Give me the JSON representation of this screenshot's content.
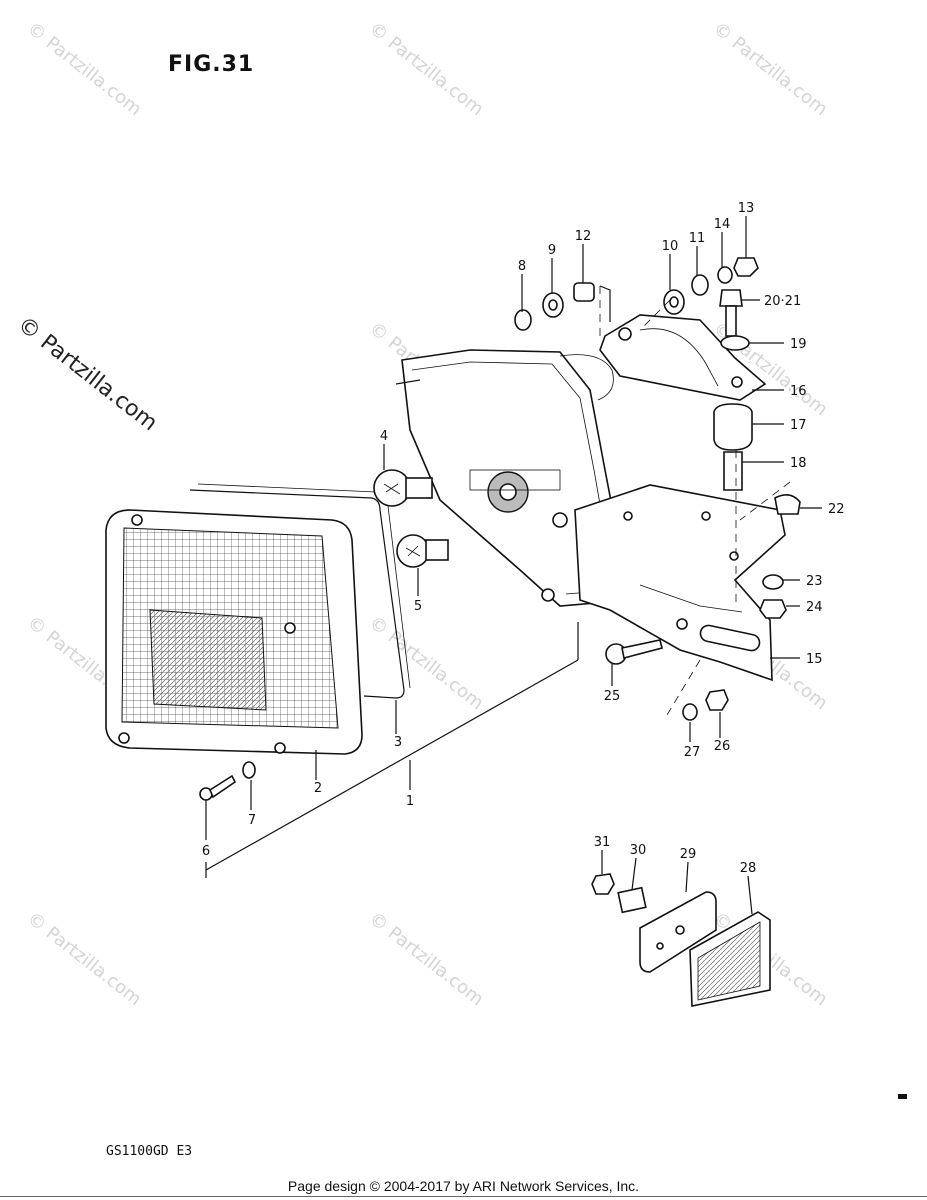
{
  "figure": {
    "title": "FIG.31",
    "model_code": "GS1100GD E3"
  },
  "watermark": {
    "text": "© Partzilla.com"
  },
  "footer": {
    "text": "Page design © 2004-2017 by ARI Network Services, Inc."
  },
  "callouts": [
    "1",
    "2",
    "3",
    "4",
    "5",
    "6",
    "7",
    "8",
    "9",
    "10",
    "11",
    "12",
    "13",
    "14",
    "20·21",
    "19",
    "16",
    "17",
    "18",
    "22",
    "23",
    "24",
    "15",
    "25",
    "26",
    "27",
    "28",
    "29",
    "30",
    "31"
  ]
}
